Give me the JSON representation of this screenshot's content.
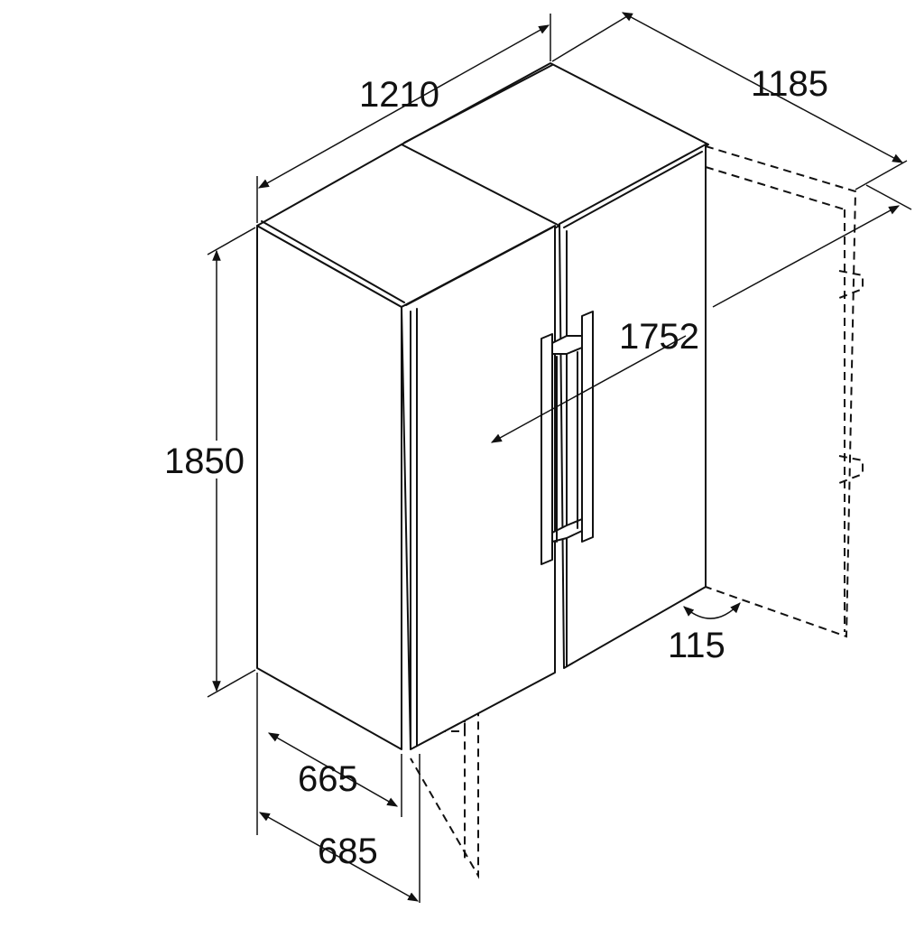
{
  "diagram": {
    "dimensions": {
      "total_width": "1210",
      "depth_with_open_door": "1185",
      "diagonal_depth": "1752",
      "height": "1850",
      "depth_body": "665",
      "depth_total": "685",
      "door_angle": "115"
    },
    "colors": {
      "line": "#111111",
      "background": "#ffffff"
    }
  }
}
